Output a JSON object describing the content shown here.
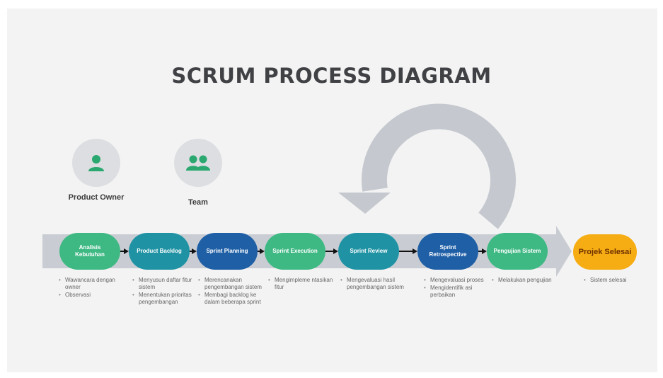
{
  "title": "SCRUM PROCESS DIAGRAM",
  "colors": {
    "background": "#f3f3f3",
    "flow_band": "#c9cdd3",
    "cycle_arrow": "#c5c9cf",
    "green": "#3fb984",
    "teal": "#1f93a4",
    "blue": "#1f5fa6",
    "orange": "#f6ac13",
    "icon": "#2aa86f"
  },
  "roles": [
    {
      "label": "Product Owner",
      "icon": "user-icon"
    },
    {
      "label": "Team",
      "icon": "group-icon"
    }
  ],
  "steps": [
    {
      "label": "Analisis Kebutuhan",
      "color": "green",
      "items": [
        "Wawancara dengan owner",
        "Observasi"
      ]
    },
    {
      "label": "Product Backlog",
      "color": "teal",
      "items": [
        "Menyusun daftar fitur sistem",
        "Menentukan prioritas pengembangan"
      ]
    },
    {
      "label": "Sprint Planning",
      "color": "blue",
      "items": [
        "Merencanakan pengembangan sistem",
        "Membagi backlog ke dalam beberapa sprint"
      ]
    },
    {
      "label": "Sprint Execution",
      "color": "green",
      "items": [
        "Mengimpleme ntasikan fitur"
      ]
    },
    {
      "label": "Sprint Review",
      "color": "teal",
      "items": [
        "Mengevaluasi hasil pengembangan sistem"
      ]
    },
    {
      "label": "Sprint Retrospective",
      "color": "blue",
      "items": [
        "Mengevaluasi proses",
        "Mengidentifik asi perbaikan"
      ]
    },
    {
      "label": "Pengujian Sistem",
      "color": "green",
      "items": [
        "Melakukan pengujian"
      ]
    },
    {
      "label": "Projek Selesai",
      "color": "orange",
      "items": [
        "Sistem selesai"
      ]
    }
  ]
}
